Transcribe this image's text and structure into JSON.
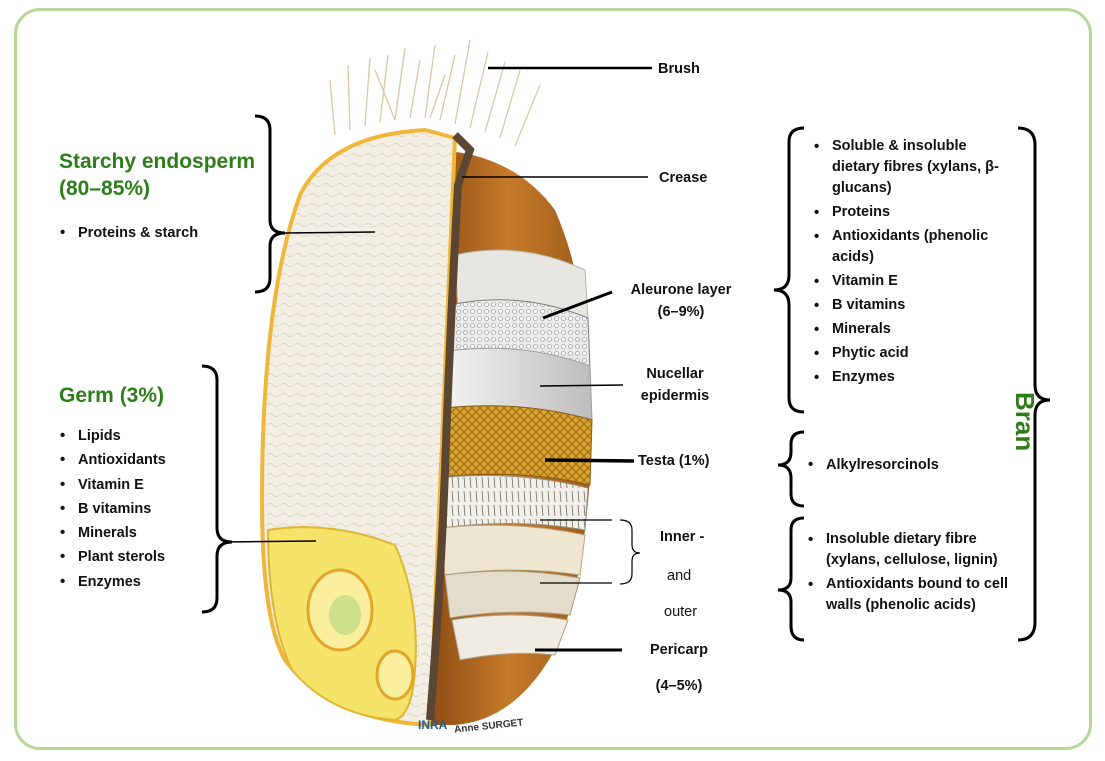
{
  "starchy": {
    "heading_line1": "Starchy endosperm",
    "heading_line2": "(80–85%)",
    "items": [
      "Proteins & starch"
    ]
  },
  "germ": {
    "heading": "Germ (3%)",
    "items": [
      "Lipids",
      "Antioxidants",
      "Vitamin E",
      "B vitamins",
      "Minerals",
      "Plant sterols",
      "Enzymes"
    ]
  },
  "labels": {
    "brush": "Brush",
    "crease": "Crease",
    "aleurone_line1": "Aleurone layer",
    "aleurone_line2": "(6–9%)",
    "nucellar_line1": "Nucellar",
    "nucellar_line2": "epidermis",
    "testa": "Testa (1%)",
    "inner": "Inner -",
    "and": "and",
    "outer": "outer",
    "pericarp_line1": "Pericarp",
    "pericarp_line2": "(4–5%)"
  },
  "aleurone_items": [
    "Soluble & insoluble dietary fibres (xylans, β-glucans)",
    "Proteins",
    "Antioxidants (phenolic acids)",
    "Vitamin E",
    "B vitamins",
    "Minerals",
    "Phytic acid",
    "Enzymes"
  ],
  "testa_items": [
    "Alkylresorcinols"
  ],
  "pericarp_items": [
    "Insoluble dietary fibre (xylans, cellulose, lignin)",
    "Antioxidants bound to cell walls (phenolic acids)"
  ],
  "bran_label": "Bran",
  "credit": {
    "logo": "INRA",
    "author": "Anne SURGET"
  },
  "colors": {
    "heading_green": "#2e7d1b",
    "frame_green": "#b5d79a",
    "bran_brown": "#b5651d",
    "endosperm": "#f3efe4",
    "germ_yellow": "#f6e36a",
    "testa_gold": "#d9a431",
    "crease_dark": "#5a4632"
  }
}
